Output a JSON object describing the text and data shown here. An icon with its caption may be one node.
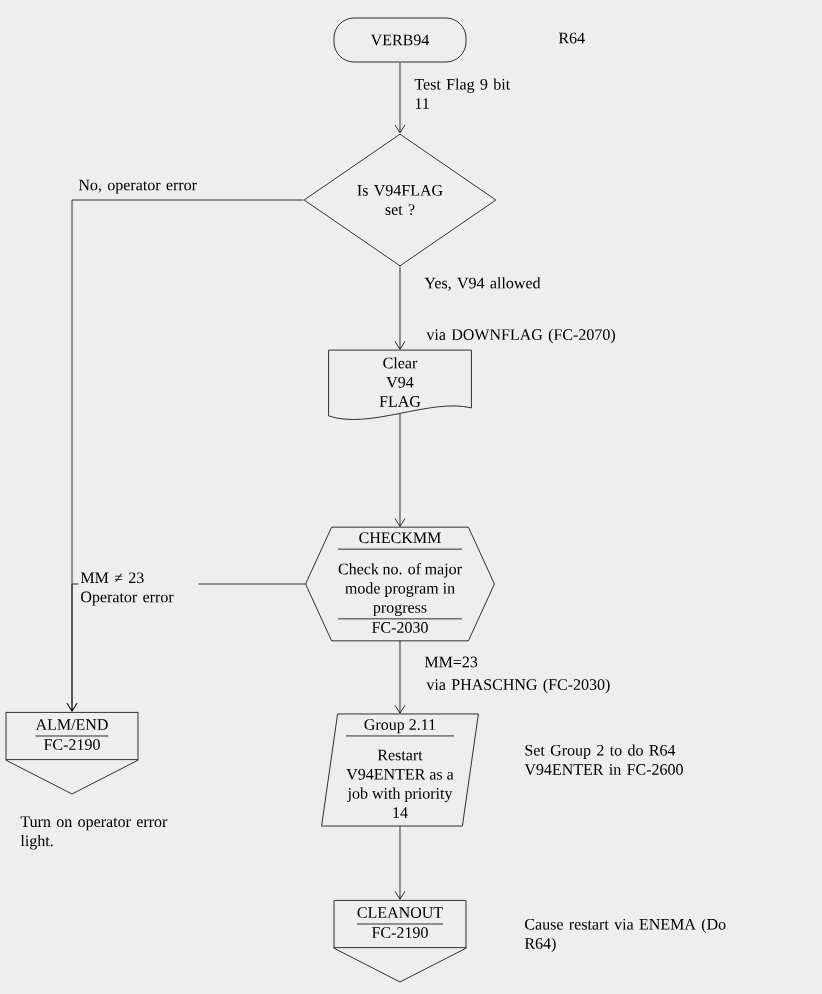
{
  "diagram": {
    "nodes": [
      {
        "text": [
          "VERB94"
        ]
      },
      {
        "text": [
          "Is V94FLAG set ?"
        ]
      },
      {
        "text": [
          "Clear V94 FLAG"
        ]
      },
      {
        "text": [
          "CHECKMM",
          "Check no. of major mode program in progress",
          "FC-2030"
        ]
      },
      {
        "text": [
          "ALM/END",
          "FC-2190"
        ],
        "beside": [
          "Turn on operator error light."
        ]
      },
      {
        "text": [
          "Group 2.11",
          "Restart V94ENTER as a job with priority 14"
        ],
        "beside": [
          "Set Group 2 to do R64 V94ENTER in FC-2600"
        ]
      },
      {
        "text": [
          "CLEANOUT",
          "FC-2190"
        ],
        "beside": [
          "Cause restart via ENEMA (Do R64)"
        ]
      }
    ],
    "edges": [
      {
        "from": 0,
        "to": 1,
        "arrow": "to",
        "label": "Test Flag 9 bit 11"
      },
      {
        "from": 1,
        "to": 4,
        "arrow": "to",
        "label": "No, operator error"
      },
      {
        "from": 1,
        "to": 2,
        "arrow": "to",
        "label": "Yes, V94 allowed"
      },
      {
        "from": 2,
        "to": 3,
        "arrow": "to"
      },
      {
        "from": 3,
        "to": 4,
        "arrow": "to",
        "label": "MM ≠ 23 Operator error"
      },
      {
        "from": 3,
        "to": 5,
        "arrow": "to",
        "label": "MM=23"
      },
      {
        "from": 5,
        "to": 6,
        "arrow": "to"
      }
    ],
    "labels": [
      "R64",
      "via DOWNFLAG (FC-2070)",
      "via PHASCHNG (FC-2030)"
    ]
  }
}
